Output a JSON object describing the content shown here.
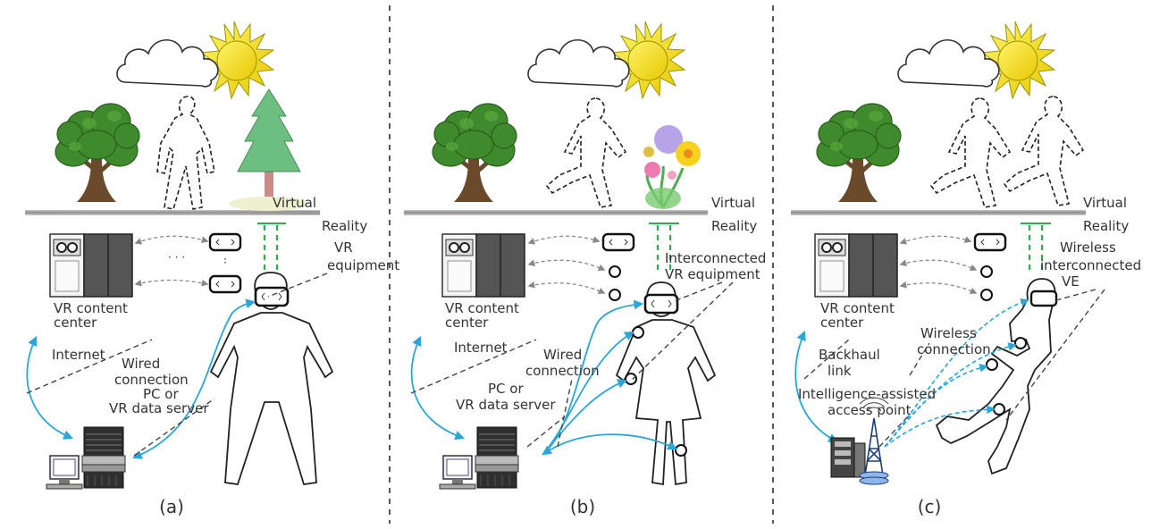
{
  "divider_labels": {
    "virtual": "Virtual",
    "reality": "Reality"
  },
  "panels": {
    "a": {
      "caption": "(a)",
      "content_center": [
        "VR content",
        "center"
      ],
      "internet": "Internet",
      "equipment": [
        "VR",
        "equipment"
      ],
      "wired": [
        "Wired",
        "connection"
      ],
      "server": [
        "PC or",
        "VR data server"
      ]
    },
    "b": {
      "caption": "(b)",
      "content_center": [
        "VR content",
        "center"
      ],
      "internet": "Internet",
      "equipment": [
        "Interconnected",
        "VR equipment"
      ],
      "wired": [
        "Wired",
        "connection"
      ],
      "server": [
        "PC or",
        "VR data server"
      ]
    },
    "c": {
      "caption": "(c)",
      "content_center": [
        "VR content",
        "center"
      ],
      "backhaul": [
        "Backhaul",
        "link"
      ],
      "equipment": [
        "Wireless",
        "interconnected",
        "VE"
      ],
      "wireless": [
        "Wireless",
        "connection"
      ],
      "access_point": [
        "Intelligence-assisted",
        "access point"
      ]
    }
  },
  "colors": {
    "sun": "#f5e400",
    "sun_outline": "#9a9400",
    "tree_green": "#3f8a2c",
    "pine_green": "#6cbf80",
    "link_blue": "#2aa6d8",
    "dashed_green": "#2fae4a",
    "ground": "#9a9a9a",
    "rack_yellow": "#f2e94e"
  }
}
